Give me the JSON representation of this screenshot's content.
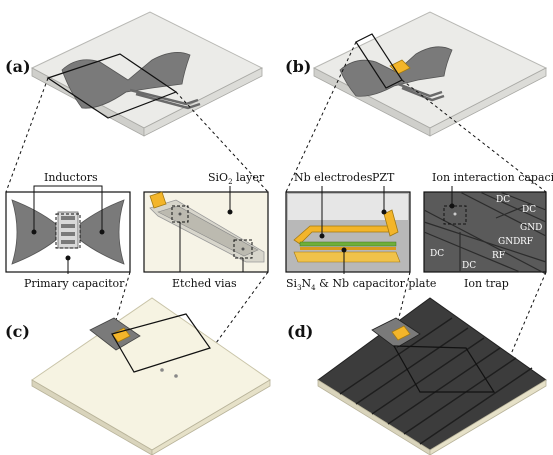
{
  "panels": {
    "a": {
      "label": "(a)"
    },
    "b": {
      "label": "(b)"
    },
    "c": {
      "label": "(c)"
    },
    "d": {
      "label": "(d)"
    }
  },
  "callouts": {
    "inductors": "Inductors",
    "primary_capacitor": "Primary capacitor",
    "sio2_prefix": "SiO",
    "sio2_sub": "2",
    "sio2_suffix": " layer",
    "etched_vias": "Etched vias",
    "nb_electrodes": "Nb electrodes",
    "pzt": "PZT",
    "si3n4_prefix": "Si",
    "si3n4_sub1": "3",
    "si3n4_mid": "N",
    "si3n4_sub2": "4",
    "si3n4_suffix": " & Nb capacitor plate",
    "ion_interaction_capacitor": "Ion interaction capacitor",
    "ion_trap": "Ion trap"
  },
  "trap_labels": {
    "dc1": "DC",
    "dc2": "DC",
    "gnd1": "GND",
    "rf1": "RF",
    "gnd2": "GND",
    "rf2": "RF",
    "dc3": "DC",
    "dc4": "DC"
  },
  "colors": {
    "substrate_top_light": "#e9e9e6",
    "substrate_top_cream": "#f6f3e6",
    "substrate_dark": "#3a3a3a",
    "metal_gray": "#7a7a7a",
    "pzt_yellow": "#f3b52a",
    "electrode_green": "#6fae3a"
  }
}
